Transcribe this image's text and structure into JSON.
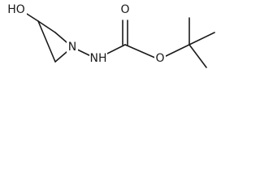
{
  "molecule": {
    "atoms": {
      "hydroxyl": "HO",
      "ring_nitrogen": "N",
      "amine": "NH",
      "carbonyl_oxygen": "O",
      "ester_oxygen": "O"
    }
  }
}
